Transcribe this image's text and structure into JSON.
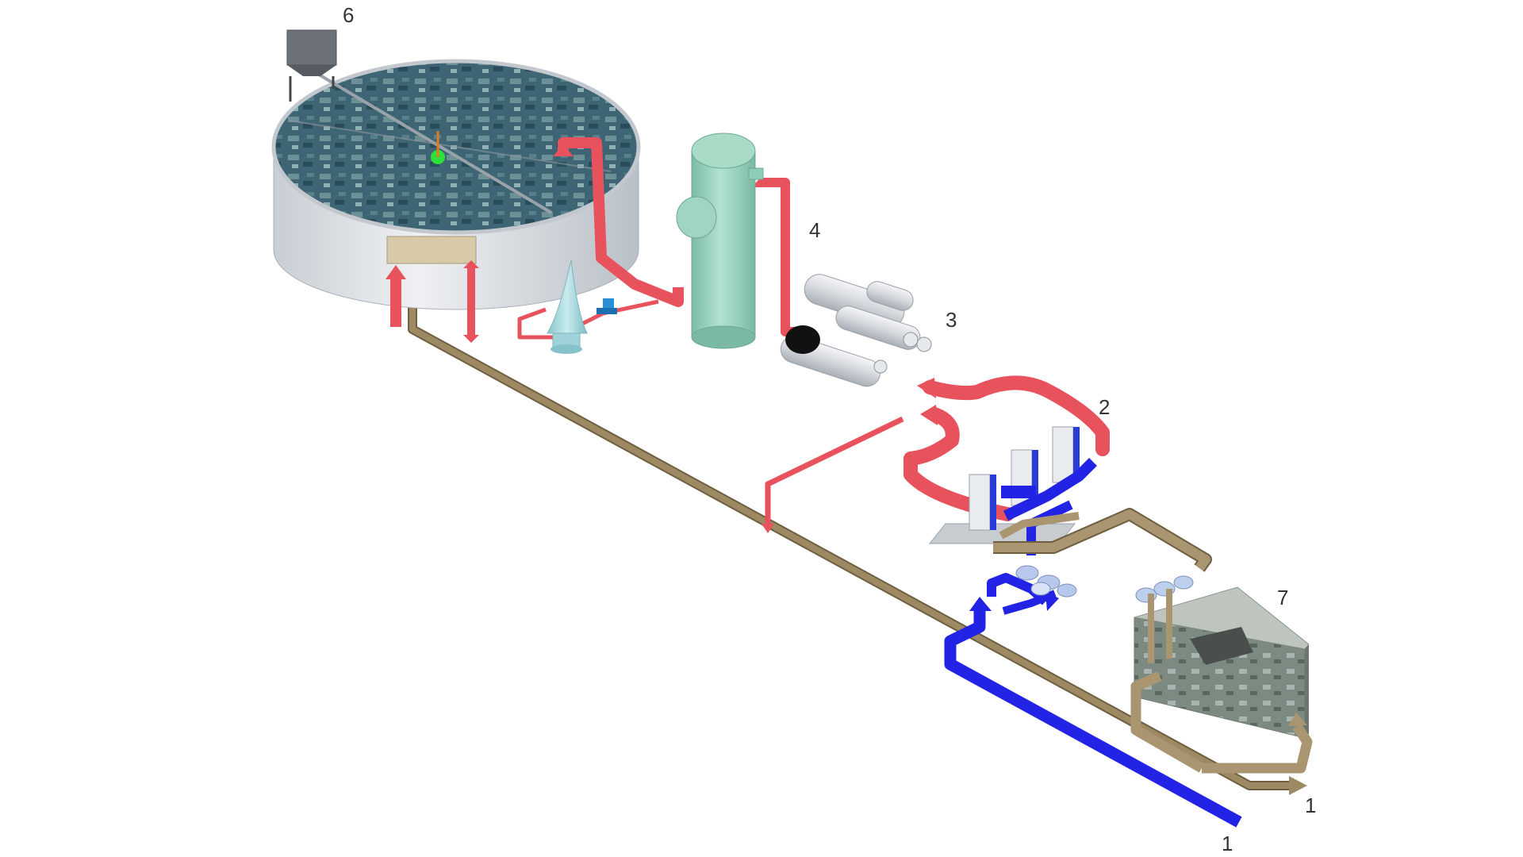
{
  "diagram": {
    "callouts": {
      "label_6": "6",
      "label_4": "4",
      "label_3": "3",
      "label_2": "2",
      "label_7": "7",
      "label_1_brown": "1",
      "label_1_blue": "1"
    },
    "colors": {
      "hot_pipe": "#e8525c",
      "cold_pipe": "#2323e6",
      "return_pipe": "#8d7a55",
      "tank_wall": "#d9dde2",
      "tank_surface": "#3a6472",
      "vessel": "#8fcdb6",
      "cone": "#a8dbe0",
      "hopper": "#6c7278",
      "equipment_grey": "#d7dbe0",
      "motor": "#111111",
      "exchanger_blue": "#2a3bd8",
      "basin": "#9aa39a"
    }
  }
}
